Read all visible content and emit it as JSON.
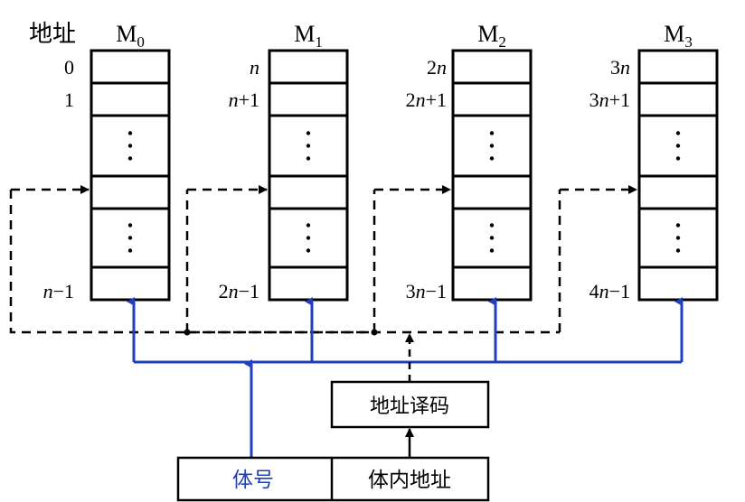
{
  "header_label": "地址",
  "modules": [
    {
      "name": "M",
      "sub": "0",
      "rows": [
        [
          "",
          "0"
        ],
        [
          "",
          "1"
        ],
        [
          "n",
          "−1"
        ]
      ]
    },
    {
      "name": "M",
      "sub": "1",
      "rows": [
        [
          "n",
          ""
        ],
        [
          "n",
          "+1"
        ],
        [
          "2n",
          "−1"
        ]
      ]
    },
    {
      "name": "M",
      "sub": "2",
      "rows": [
        [
          "2n",
          ""
        ],
        [
          "2n",
          "+1"
        ],
        [
          "3n",
          "−1"
        ]
      ]
    },
    {
      "name": "M",
      "sub": "3",
      "rows": [
        [
          "3n",
          ""
        ],
        [
          "3n",
          "+1"
        ],
        [
          "4n",
          "−1"
        ]
      ]
    }
  ],
  "decoder_label": "地址译码",
  "address_register": {
    "bank_field": "体号",
    "offset_field": "体内地址"
  },
  "colors": {
    "bank_bus": "#1f3fbf",
    "line": "#000000"
  }
}
